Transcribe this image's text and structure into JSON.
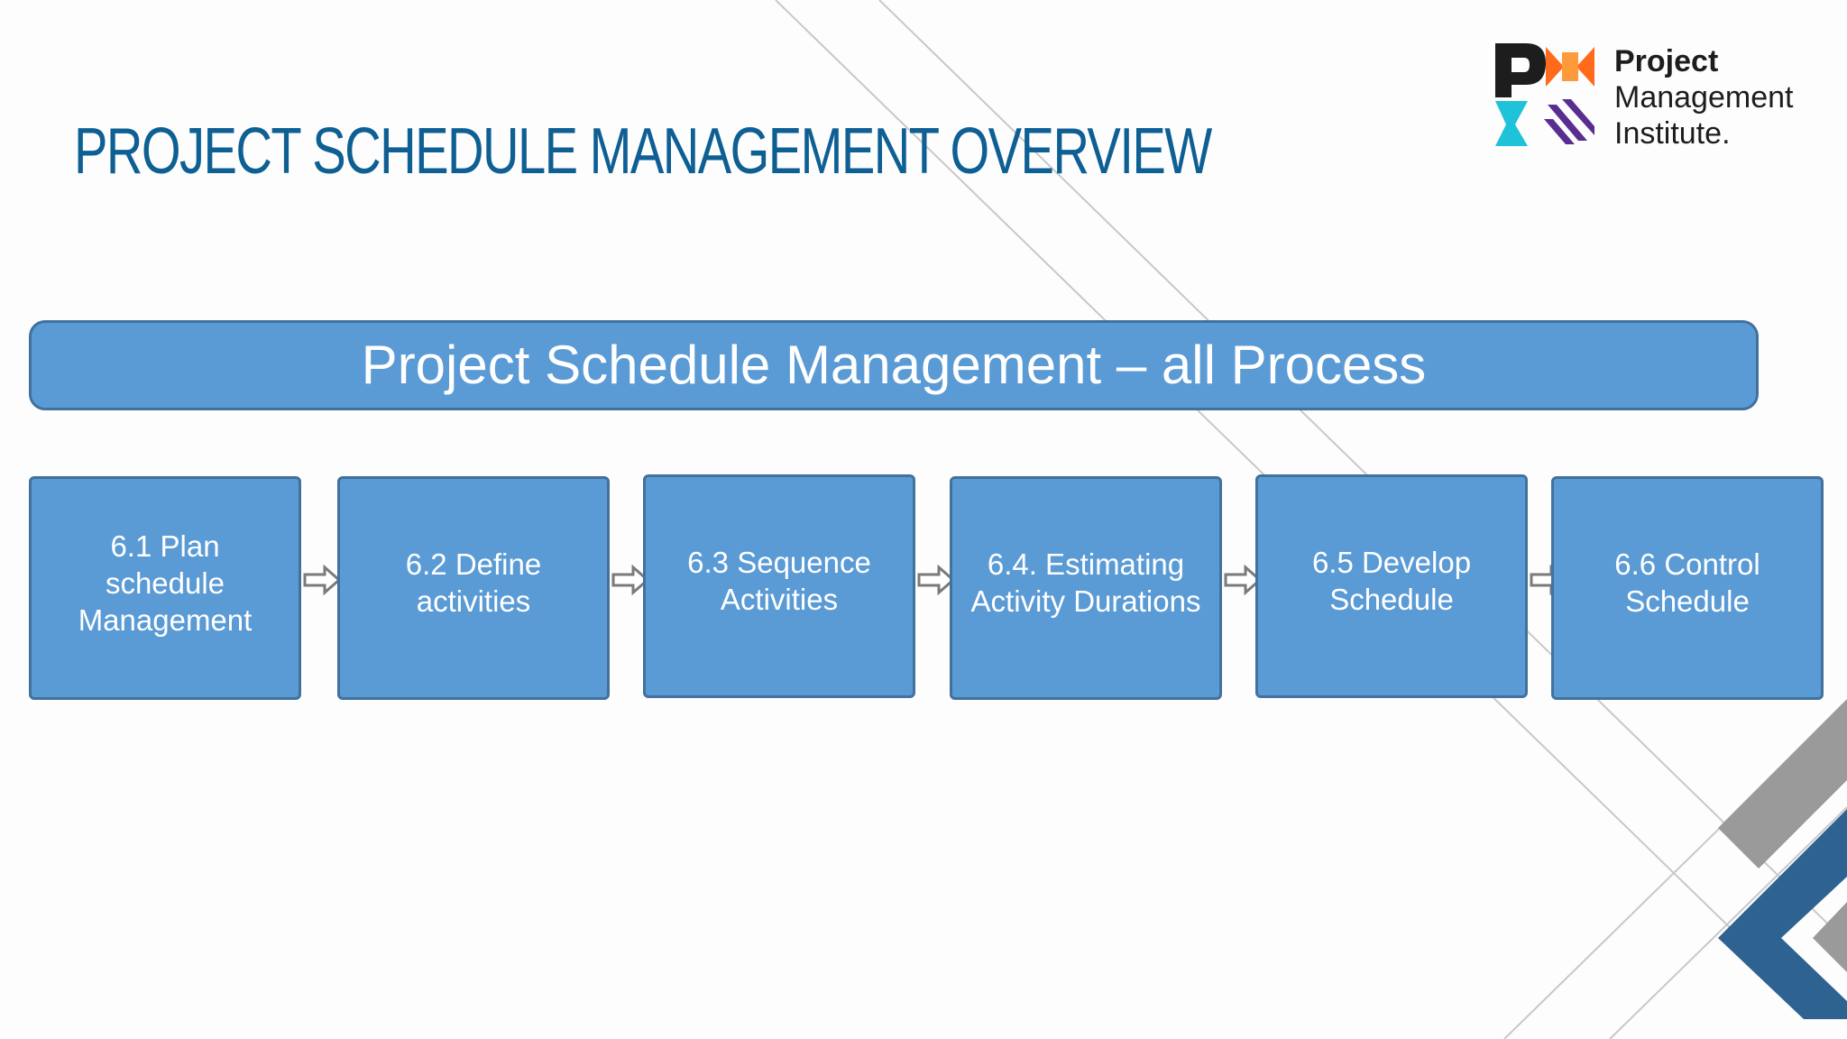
{
  "title": "PROJECT SCHEDULE MANAGEMENT OVERVIEW",
  "logo": {
    "lines": [
      "Project",
      "Management",
      "Institute."
    ],
    "icon": "pmi-logo-icon"
  },
  "diagram": {
    "banner": "Project Schedule Management – all Process",
    "processes": [
      {
        "label": "6.1 Plan\nschedule\nManagement"
      },
      {
        "label": "6.2 Define\nactivities"
      },
      {
        "label": "6.3 Sequence\nActivities"
      },
      {
        "label": "6.4. Estimating\nActivity Durations"
      },
      {
        "label": "6.5 Develop\nSchedule"
      },
      {
        "label": "6.6 Control\nSchedule"
      }
    ],
    "connector": "right-arrow-icon"
  },
  "colors": {
    "title": "#0d5f94",
    "box_fill": "#5b9bd5",
    "box_border": "#41719c",
    "box_text": "#ffffff",
    "decor_blue": "#2e6290",
    "decor_gray": "#9a9a9a"
  }
}
